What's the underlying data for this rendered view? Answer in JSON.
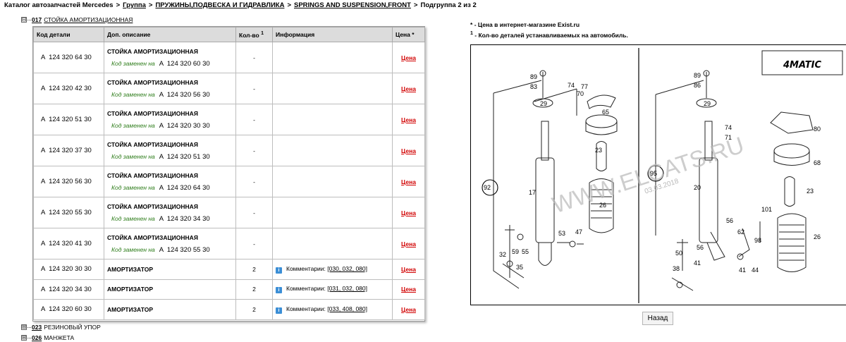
{
  "breadcrumb": {
    "catalog": "Каталог автозапчастей Mercedes",
    "group": "Группа",
    "section": "ПРУЖИНЫ,ПОДВЕСКА И ГИДРАВЛИКА",
    "subsection": "SPRINGS AND SUSPENSION,FRONT",
    "subgroup": "Подгруппа 2 из 2",
    "separator": ">"
  },
  "groups": [
    {
      "toggle": "⊟",
      "number": "017",
      "name": "СТОЙКА АМОРТИЗАЦИОННАЯ"
    },
    {
      "toggle": "⊞",
      "number": "023",
      "name": "РЕЗИНОВЫЙ УПОР"
    },
    {
      "toggle": "⊞",
      "number": "026",
      "name": "МАНЖЕТА"
    }
  ],
  "table": {
    "headers": {
      "code": "Код детали",
      "desc": "Доп. описание",
      "qty": "Кол-во",
      "qty_sup": "1",
      "info": "Информация",
      "price": "Цена *"
    },
    "replaced_label": "Код заменен на",
    "price_label": "Цена",
    "comment_label": "Комментарии:",
    "info_icon": "i",
    "rows": [
      {
        "code": "A  124 320 64 30",
        "desc": "СТОЙКА АМОРТИЗАЦИОННАЯ",
        "replaced": "A  124 320 60 30",
        "qty": "-",
        "info": ""
      },
      {
        "code": "A  124 320 42 30",
        "desc": "СТОЙКА АМОРТИЗАЦИОННАЯ",
        "replaced": "A  124 320 56 30",
        "qty": "-",
        "info": ""
      },
      {
        "code": "A  124 320 51 30",
        "desc": "СТОЙКА АМОРТИЗАЦИОННАЯ",
        "replaced": "A  124 320 30 30",
        "qty": "-",
        "info": ""
      },
      {
        "code": "A  124 320 37 30",
        "desc": "СТОЙКА АМОРТИЗАЦИОННАЯ",
        "replaced": "A  124 320 51 30",
        "qty": "-",
        "info": ""
      },
      {
        "code": "A  124 320 56 30",
        "desc": "СТОЙКА АМОРТИЗАЦИОННАЯ",
        "replaced": "A  124 320 64 30",
        "qty": "-",
        "info": ""
      },
      {
        "code": "A  124 320 55 30",
        "desc": "СТОЙКА АМОРТИЗАЦИОННАЯ",
        "replaced": "A  124 320 34 30",
        "qty": "-",
        "info": ""
      },
      {
        "code": "A  124 320 41 30",
        "desc": "СТОЙКА АМОРТИЗАЦИОННАЯ",
        "replaced": "A  124 320 55 30",
        "qty": "-",
        "info": ""
      },
      {
        "code": "A  124 320 30 30",
        "desc": "АМОРТИЗАТОР",
        "replaced": "",
        "qty": "2",
        "info": "[030, 032, 080]"
      },
      {
        "code": "A  124 320 34 30",
        "desc": "АМОРТИЗАТОР",
        "replaced": "",
        "qty": "2",
        "info": "[031, 032, 080]"
      },
      {
        "code": "A  124 320 60 30",
        "desc": "АМОРТИЗАТОР",
        "replaced": "",
        "qty": "2",
        "info": "[033, 408, 080]"
      }
    ]
  },
  "legend": [
    {
      "mark": "*",
      "text": "- Цена в интернет-магазине Exist.ru"
    },
    {
      "mark": "1",
      "text": "- Кол-во деталей устанавливаемых на автомобиль."
    }
  ],
  "diagram": {
    "badge": "4MATIC",
    "watermark": "WWW.ELCATS.RU",
    "date": "03.03.2018",
    "left_labels": [
      "89",
      "83",
      "29",
      "77",
      "74",
      "70",
      "65",
      "23",
      "92",
      "17",
      "26",
      "53",
      "47",
      "32",
      "59",
      "35",
      "55"
    ],
    "right_labels": [
      "89",
      "86",
      "29",
      "80",
      "74",
      "71",
      "68",
      "95",
      "20",
      "23",
      "26",
      "56",
      "62",
      "98",
      "101",
      "50",
      "56",
      "41",
      "44",
      "38",
      "41"
    ]
  },
  "back_button": "Назад"
}
